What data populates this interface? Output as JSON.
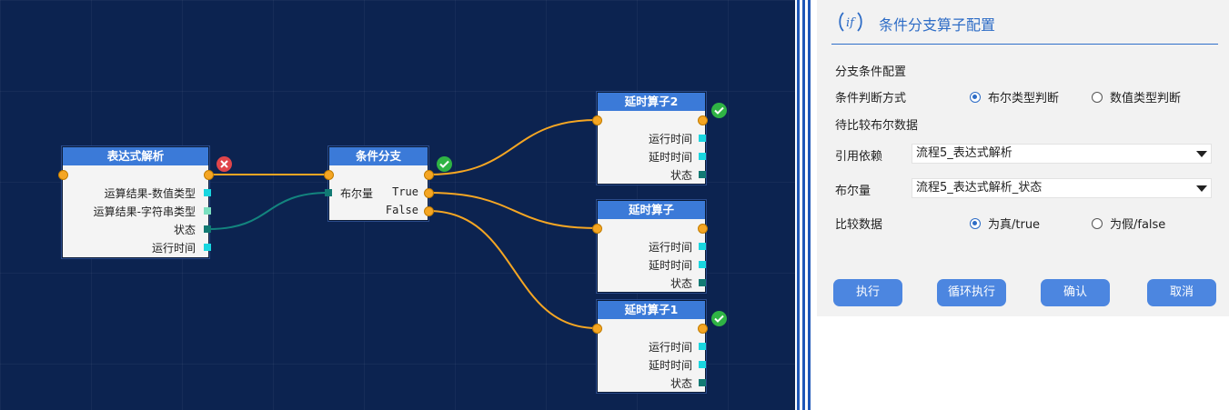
{
  "canvas": {
    "nodes": [
      {
        "id": "expr",
        "title": "表达式解析",
        "status": "error",
        "outputs": [
          {
            "label": "运算结果-数值类型",
            "type": "cyan"
          },
          {
            "label": "运算结果-字符串类型",
            "type": "mint"
          },
          {
            "label": "状态",
            "type": "teal"
          },
          {
            "label": "运行时间",
            "type": "cyan"
          }
        ]
      },
      {
        "id": "branch",
        "title": "条件分支",
        "status": "ok",
        "input_label": "布尔量",
        "outputs": [
          "True",
          "False"
        ]
      },
      {
        "id": "delay2",
        "title": "延时算子2",
        "status": "ok",
        "outputs": [
          {
            "label": "运行时间",
            "type": "cyan"
          },
          {
            "label": "延时时间",
            "type": "cyan"
          },
          {
            "label": "状态",
            "type": "teal"
          }
        ]
      },
      {
        "id": "delay",
        "title": "延时算子",
        "status": "none",
        "outputs": [
          {
            "label": "运行时间",
            "type": "cyan"
          },
          {
            "label": "延时时间",
            "type": "cyan"
          },
          {
            "label": "状态",
            "type": "teal"
          }
        ]
      },
      {
        "id": "delay1",
        "title": "延时算子1",
        "status": "ok",
        "outputs": [
          {
            "label": "运行时间",
            "type": "cyan"
          },
          {
            "label": "延时时间",
            "type": "cyan"
          },
          {
            "label": "状态",
            "type": "teal"
          }
        ]
      }
    ],
    "colors": {
      "background": "#0c2350",
      "flow_wire": "#f5a623",
      "data_wire": "#13847e",
      "node_header": "#3b7ad8"
    }
  },
  "panel": {
    "title": "条件分支算子配置",
    "icon": "if-icon",
    "section_label": "分支条件配置",
    "mode_label": "条件判断方式",
    "mode_options": [
      {
        "label": "布尔类型判断",
        "checked": true
      },
      {
        "label": "数值类型判断",
        "checked": false
      }
    ],
    "bool_section_label": "待比较布尔数据",
    "ref_label": "引用依赖",
    "ref_value": "流程5_表达式解析",
    "bool_label": "布尔量",
    "bool_value": "流程5_表达式解析_状态",
    "compare_label": "比较数据",
    "compare_options": [
      {
        "label": "为真/true",
        "checked": true
      },
      {
        "label": "为假/false",
        "checked": false
      }
    ],
    "buttons": [
      "执行",
      "循环执行",
      "确认",
      "取消"
    ],
    "accent_color": "#2d6cc6",
    "button_color": "#4c86e0"
  }
}
